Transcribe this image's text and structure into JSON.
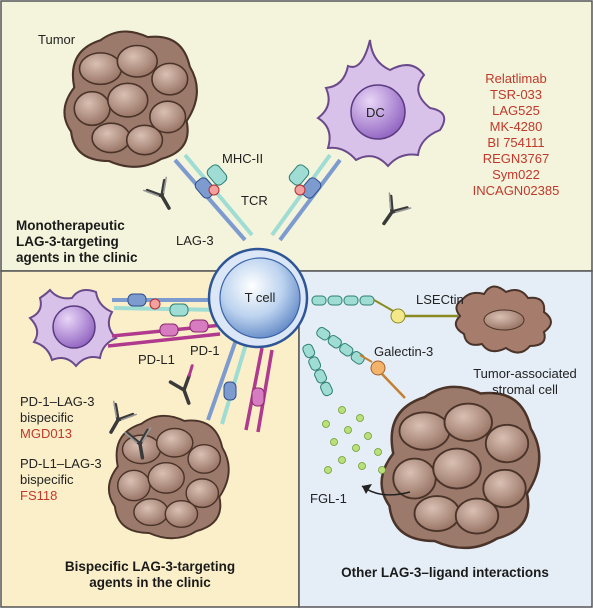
{
  "colors": {
    "panel_top": "#f4f4dc",
    "panel_left": "#fbefc9",
    "panel_right": "#e5eef7",
    "border": "#555555",
    "drug_red": "#c0392b",
    "tumor": "#b08d7e",
    "dc": "#cdb0e0",
    "tcell": "#bcd3ef",
    "receptor_blue": "#7d9bcf",
    "lag3_teal": "#9fdcd4",
    "pd_magenta": "#b03a8e"
  },
  "panels": {
    "top": {
      "tumor_label": "Tumor",
      "dc_label": "DC",
      "mhc_label": "MHC-II",
      "tcr_label": "TCR",
      "lag3_label": "LAG-3",
      "title_lines": [
        "Monotherapeutic",
        "LAG-3-targeting",
        "agents in the clinic"
      ],
      "drugs": [
        "Relatlimab",
        "TSR-033",
        "LAG525",
        "MK-4280",
        "BI 754111",
        "REGN3767",
        "Sym022",
        "INCAGN02385"
      ]
    },
    "center": {
      "tcell_label": "T cell"
    },
    "left": {
      "pd1_label": "PD-1",
      "pdl1_label": "PD-L1",
      "bispecific1_lines": [
        "PD-1–LAG-3",
        "bispecific"
      ],
      "bispecific1_drug": "MGD013",
      "bispecific2_lines": [
        "PD-L1–LAG-3",
        "bispecific"
      ],
      "bispecific2_drug": "FS118",
      "title_lines": [
        "Bispecific LAG-3-targeting",
        "agents in the clinic"
      ]
    },
    "right": {
      "lsectin_label": "LSECtin",
      "galectin_label": "Galectin-3",
      "stromal_lines": [
        "Tumor-associated",
        "stromal cell"
      ],
      "fgl1_label": "FGL-1",
      "title": "Other LAG-3–ligand interactions"
    }
  }
}
